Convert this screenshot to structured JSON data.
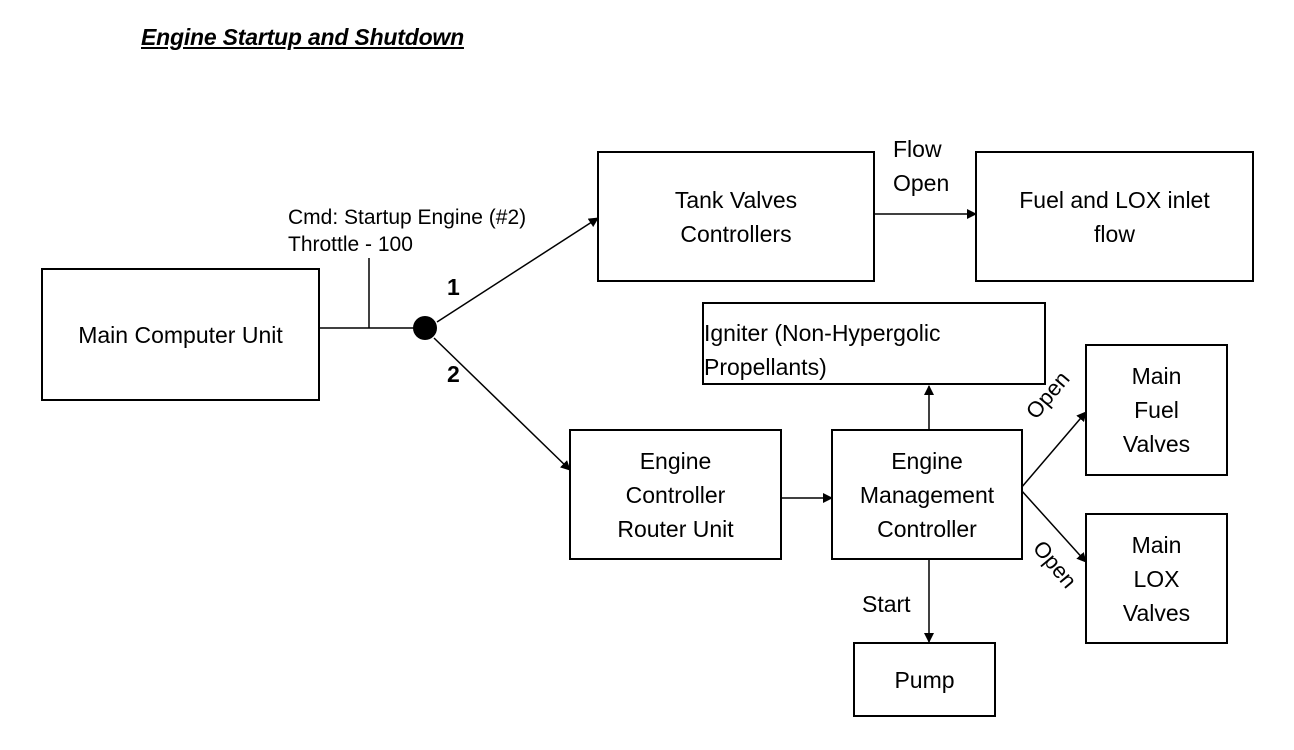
{
  "title": "Engine Startup and Shutdown",
  "boxes": {
    "main_computer": "Main Computer Unit",
    "tank_valves": [
      "Tank Valves",
      "Controllers"
    ],
    "fuel_lox_inlet": [
      "Fuel and LOX inlet",
      "flow"
    ],
    "igniter": [
      "Igniter (Non-Hypergolic",
      "Propellants)"
    ],
    "engine_router": [
      "Engine",
      "Controller",
      "Router Unit"
    ],
    "engine_mgmt": [
      "Engine",
      "Management",
      "Controller"
    ],
    "main_fuel": [
      "Main",
      "Fuel",
      "Valves"
    ],
    "main_lox": [
      "Main",
      "LOX",
      "Valves"
    ],
    "pump": "Pump"
  },
  "labels": {
    "cmd": "Cmd: Startup Engine (#2)",
    "throttle": "Throttle - 100",
    "flow": "Flow",
    "open_tank": "Open",
    "branch_1": "1",
    "branch_2": "2",
    "open_fuel": "Open",
    "open_lox": "Open",
    "start": "Start"
  }
}
